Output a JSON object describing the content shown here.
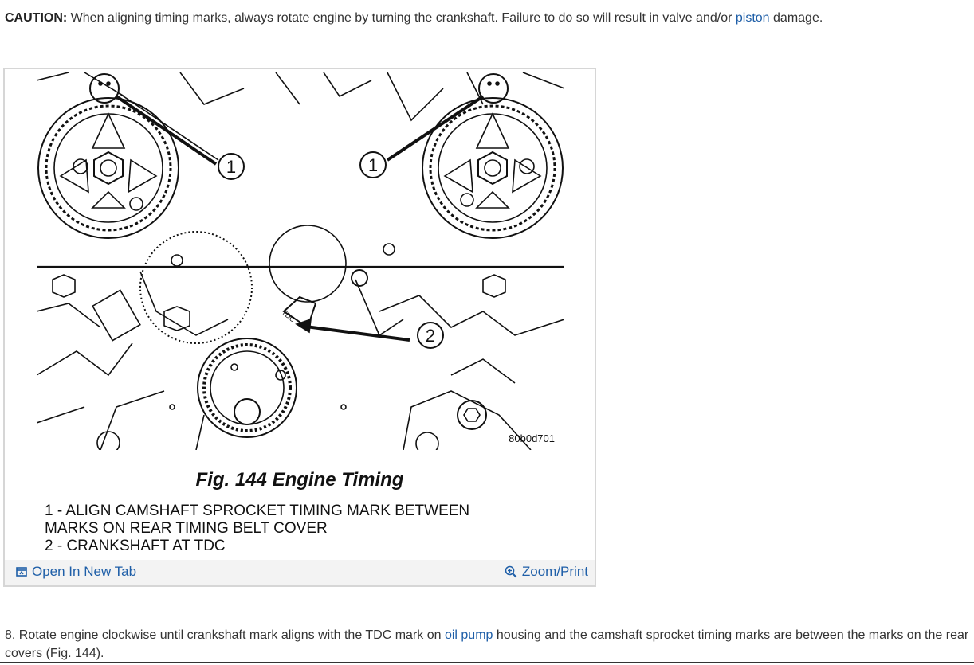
{
  "caution": {
    "label": "CAUTION:",
    "text_before": "When aligning timing marks, always rotate engine by turning the crankshaft. Failure to do so will result in valve and/or",
    "link": "piston",
    "text_after": "damage."
  },
  "figure": {
    "callouts": [
      "1",
      "1",
      "2"
    ],
    "tdc_text": "TDC",
    "image_id": "80b0d701",
    "title": "Fig. 144 Engine Timing",
    "legend": [
      "1 - ALIGN CAMSHAFT SPROCKET TIMING MARK BETWEEN",
      "MARKS ON REAR TIMING BELT COVER",
      "2 - CRANKSHAFT AT TDC"
    ],
    "open_tab_label": "Open In New Tab",
    "zoom_label": "Zoom/Print",
    "icons": [
      "open-tab-icon",
      "zoom-icon"
    ]
  },
  "step": {
    "text_before": "8. Rotate engine clockwise until crankshaft mark aligns with the TDC mark on",
    "link": "oil pump",
    "text_after": "housing and the camshaft sprocket timing marks are between the marks on the rear covers (Fig. 144)."
  },
  "colors": {
    "link": "#1f5fa8",
    "bar": "#f3f3f3"
  }
}
